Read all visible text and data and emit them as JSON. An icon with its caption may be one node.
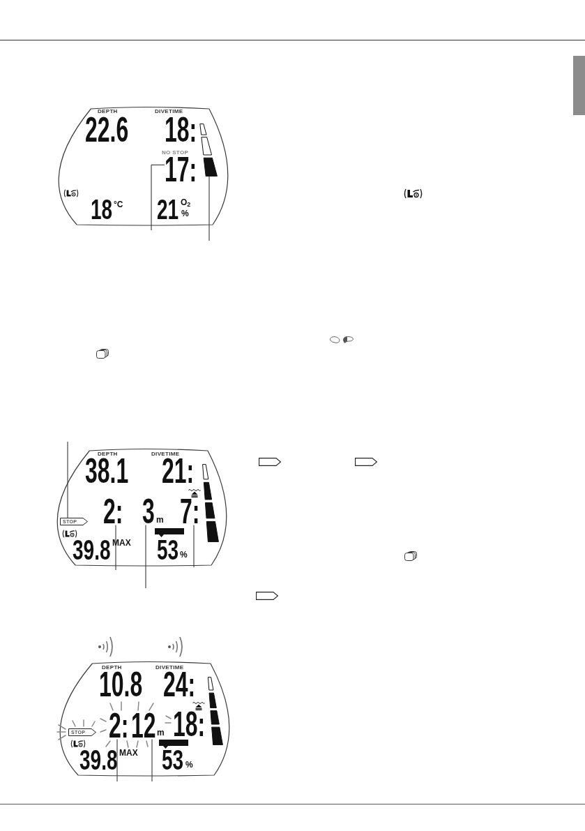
{
  "diagram": {
    "nodes": [
      {
        "text": [],
        "shape": "box"
      },
      {
        "text": [
          "DEPTH",
          "DIVETIME",
          "22.6",
          "18:",
          "NO STOP",
          "18",
          "°C",
          "21",
          "O$_{2}$",
          "%"
        ]
      },
      {
        "text": [
          "17:"
        ],
        "in": 1
      },
      {
        "text": [],
        "shape": "bar",
        "in": 1
      },
      {
        "text": [
          "DEPTH",
          "DIVETIME",
          "38.1",
          "21:",
          "m",
          "39.8",
          "MAX",
          "53",
          "%"
        ]
      },
      {
        "text": [
          "STOP"
        ],
        "in": 4
      },
      {
        "text": [
          "2:"
        ],
        "in": 4
      },
      {
        "text": [
          "3"
        ],
        "in": 4
      },
      {
        "text": [
          "7:"
        ],
        "in": 4
      },
      {
        "text": [],
        "shape": "bar",
        "in": 4
      },
      {
        "text": [
          "DEPTH",
          "DIVETIME",
          "10.8",
          "24:",
          "m",
          "18:",
          "39.8",
          "MAX",
          "53",
          "%"
        ]
      },
      {
        "text": [
          "STOP"
        ],
        "in": 10
      },
      {
        "text": [
          "2:"
        ],
        "in": 10
      },
      {
        "text": [
          "12"
        ],
        "in": 10
      },
      {
        "text": [],
        "shape": "bar",
        "in": 10
      }
    ],
    "edges": [
      {
        "from": null,
        "to": 2,
        "arrow": "none"
      },
      {
        "from": null,
        "to": 3,
        "arrow": "none"
      },
      {
        "from": null,
        "to": 5,
        "arrow": "none"
      },
      {
        "from": null,
        "to": 6,
        "arrow": "none"
      },
      {
        "from": null,
        "to": 7,
        "arrow": "none"
      },
      {
        "from": null,
        "to": 8,
        "arrow": "none"
      },
      {
        "from": null,
        "to": 12,
        "arrow": "none"
      },
      {
        "from": null,
        "to": 13,
        "arrow": "none"
      }
    ]
  }
}
